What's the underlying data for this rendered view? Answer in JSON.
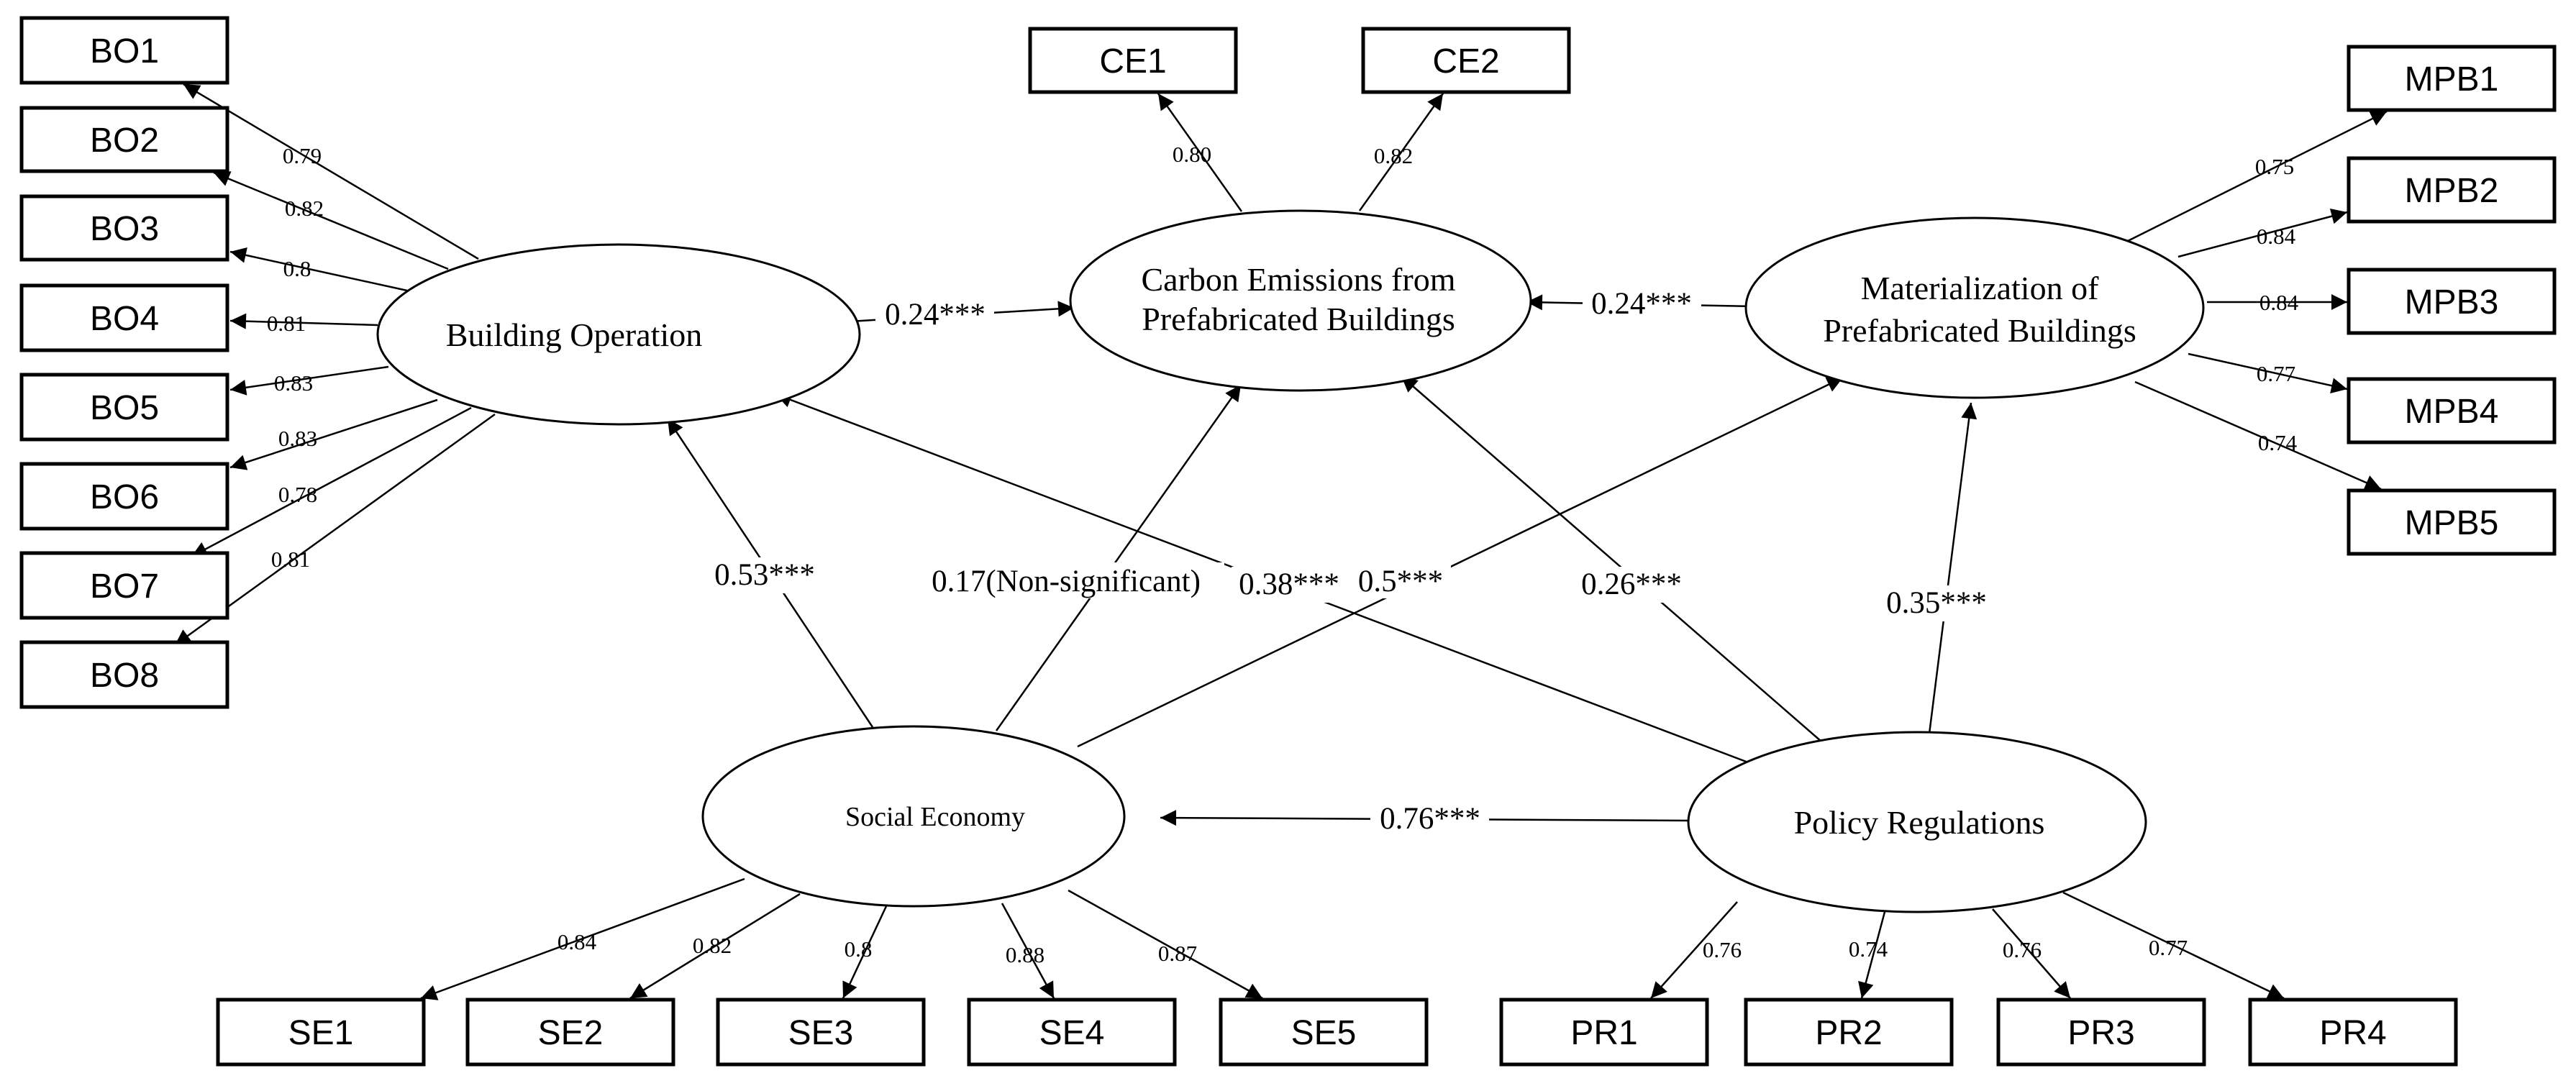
{
  "constructs": {
    "bo": "Building Operation",
    "ce": [
      "Carbon Emissions from",
      "Prefabricated Buildings"
    ],
    "mpb": [
      "Materialization of",
      "Prefabricated Buildings"
    ],
    "se": "Social Economy",
    "pr": "Policy Regulations"
  },
  "indicators": {
    "bo": [
      {
        "label": "BO1",
        "loading": "0.79"
      },
      {
        "label": "BO2",
        "loading": "0.82"
      },
      {
        "label": "BO3",
        "loading": "0.8"
      },
      {
        "label": "BO4",
        "loading": "0.81"
      },
      {
        "label": "BO5",
        "loading": "0.83"
      },
      {
        "label": "BO6",
        "loading": "0.83"
      },
      {
        "label": "BO7",
        "loading": "0.78"
      },
      {
        "label": "BO8",
        "loading": "0.81"
      }
    ],
    "ce": [
      {
        "label": "CE1",
        "loading": "0.80"
      },
      {
        "label": "CE2",
        "loading": "0.82"
      }
    ],
    "mpb": [
      {
        "label": "MPB1",
        "loading": "0.75"
      },
      {
        "label": "MPB2",
        "loading": "0.84"
      },
      {
        "label": "MPB3",
        "loading": "0.84"
      },
      {
        "label": "MPB4",
        "loading": "0.77"
      },
      {
        "label": "MPB5",
        "loading": "0.74"
      }
    ],
    "se": [
      {
        "label": "SE1",
        "loading": "0.84"
      },
      {
        "label": "SE2",
        "loading": "0.82"
      },
      {
        "label": "SE3",
        "loading": "0.8"
      },
      {
        "label": "SE4",
        "loading": "0.88"
      },
      {
        "label": "SE5",
        "loading": "0.87"
      }
    ],
    "pr": [
      {
        "label": "PR1",
        "loading": "0.76"
      },
      {
        "label": "PR2",
        "loading": "0.74"
      },
      {
        "label": "PR3",
        "loading": "0.76"
      },
      {
        "label": "PR4",
        "loading": "0.77"
      }
    ]
  },
  "paths": {
    "bo_ce": "0.24***",
    "mpb_ce": "0.24***",
    "se_bo": "0.53***",
    "se_ce": "0.17(Non-significant)",
    "pr_bo": "0.38***",
    "se_mpb": "0.5***",
    "pr_ce": "0.26***",
    "pr_mpb": "0.35***",
    "pr_se": "0.76***"
  }
}
